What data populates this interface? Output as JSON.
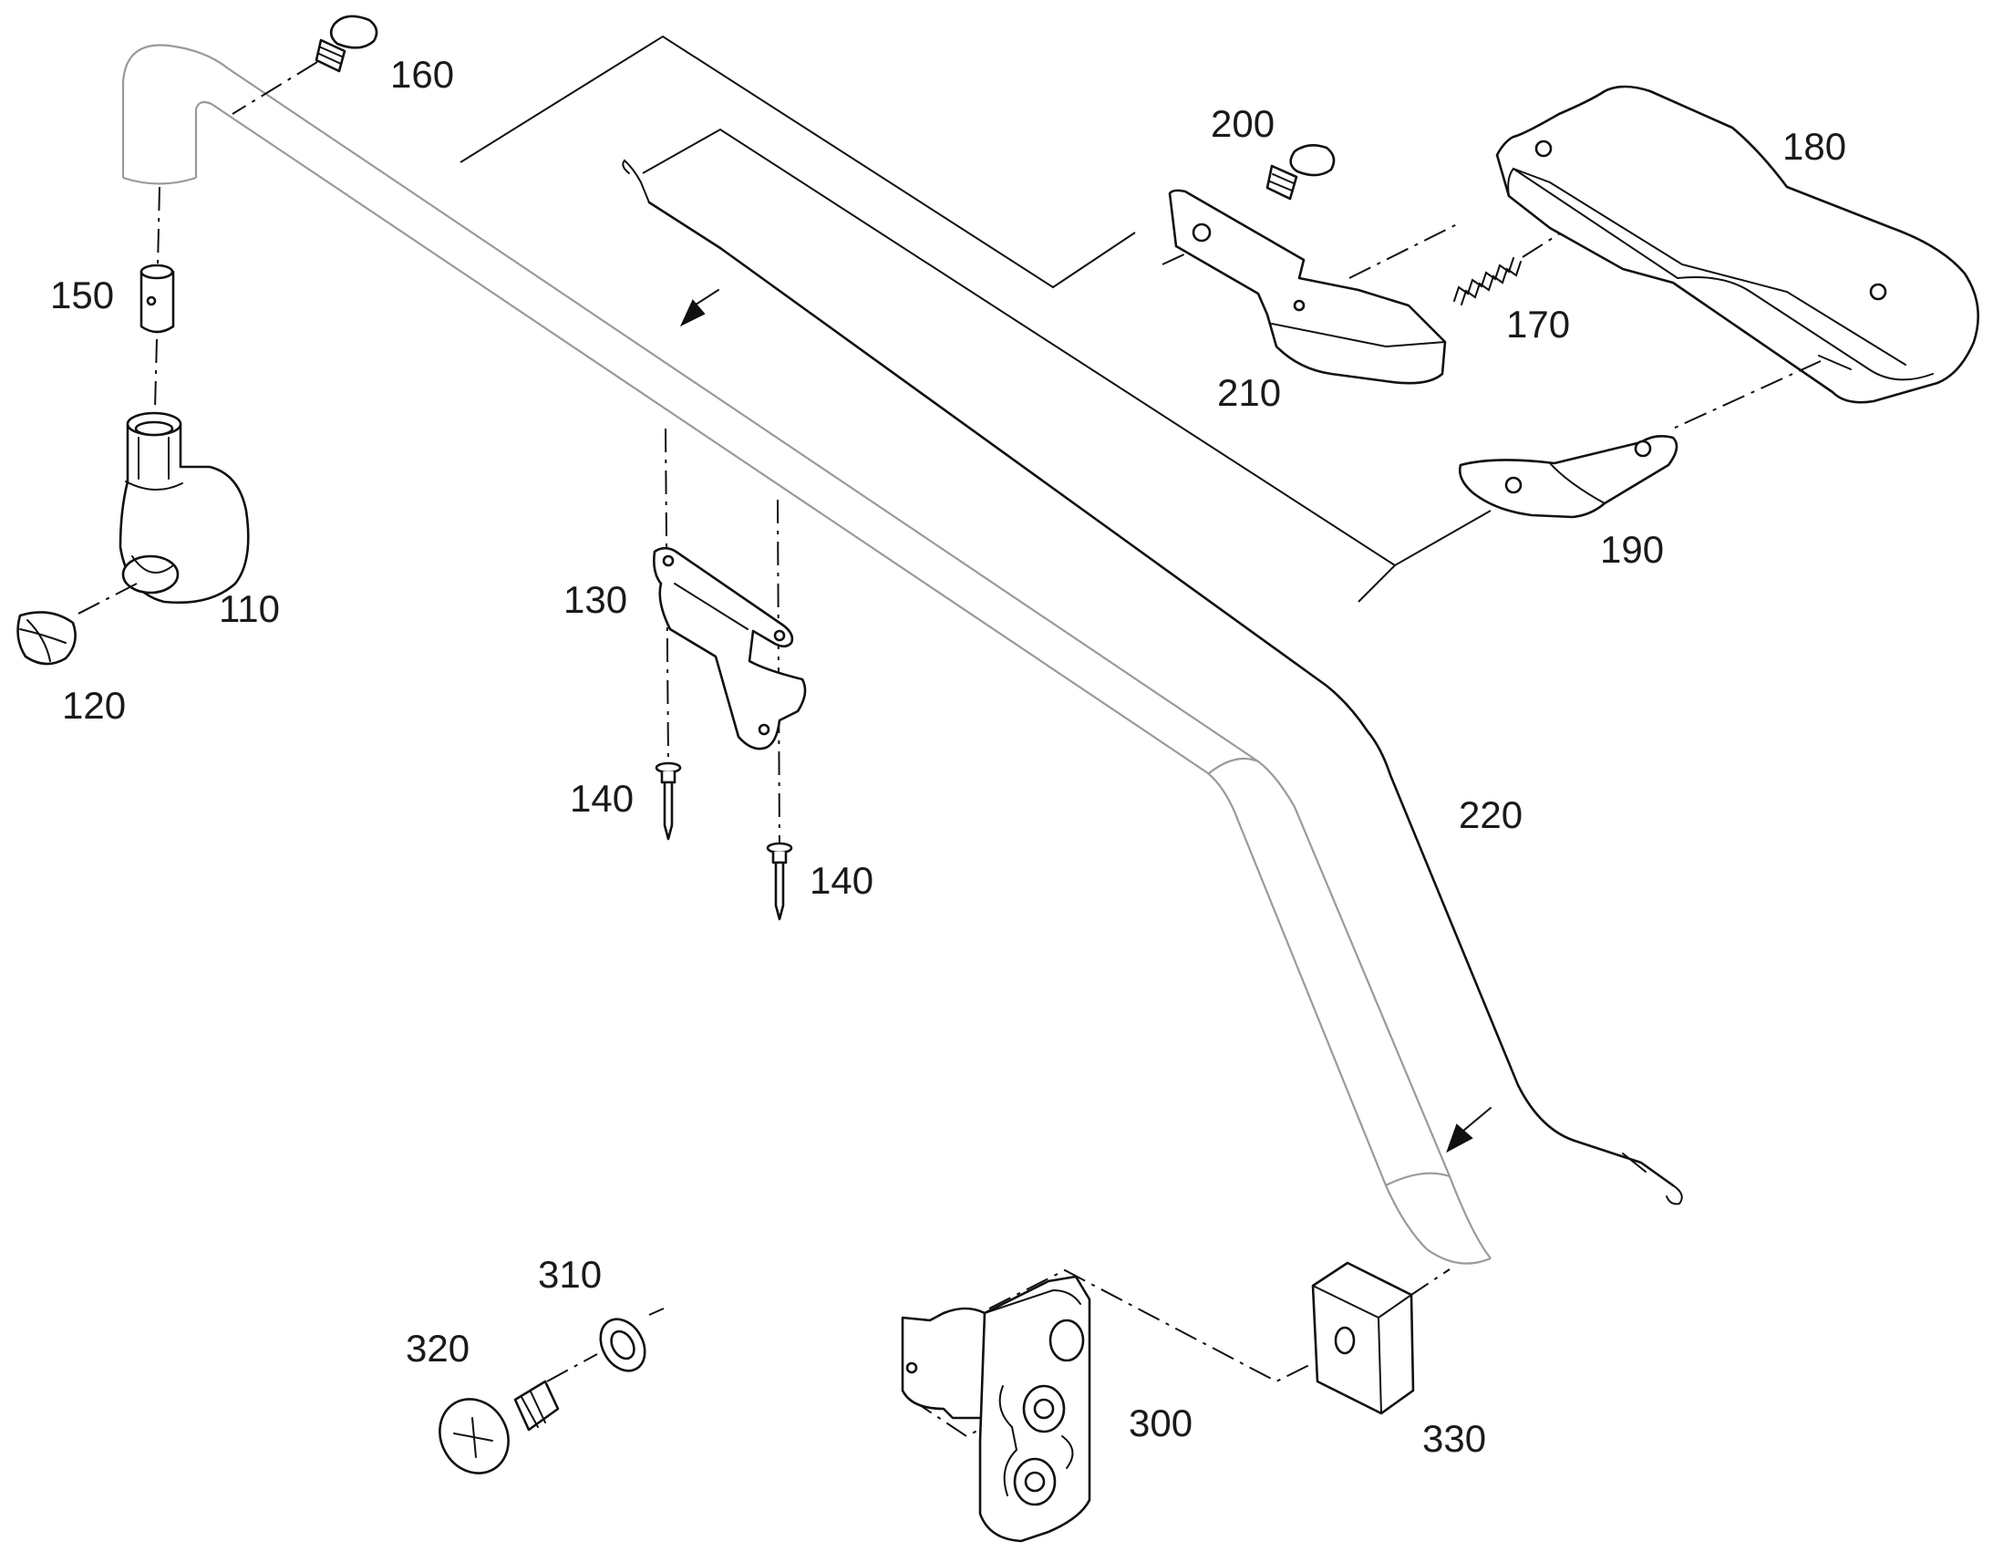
{
  "diagram": {
    "part_labels": {
      "p110": "110",
      "p120": "120",
      "p130": "130",
      "p140_left": "140",
      "p140_right": "140",
      "p150": "150",
      "p160": "160",
      "p170": "170",
      "p180": "180",
      "p190": "190",
      "p200": "200",
      "p210": "210",
      "p220": "220",
      "p300": "300",
      "p310": "310",
      "p320": "320",
      "p330": "330"
    }
  }
}
